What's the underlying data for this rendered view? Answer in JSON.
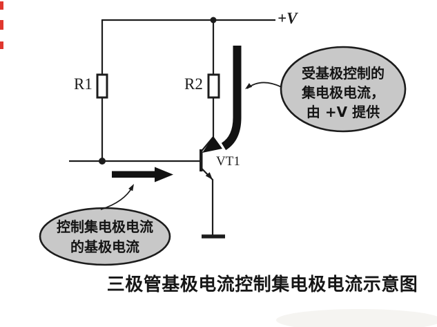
{
  "diagram": {
    "title_caption": "三极管基极电流控制集电极电流示意图",
    "power_label": "+V",
    "resistors": {
      "r1": "R1",
      "r2": "R2"
    },
    "transistor_label": "VT1",
    "callouts": {
      "collector_current": {
        "lines": [
          "受基极控制的",
          "集电极电流，",
          "由 +V 提供"
        ]
      },
      "base_current": {
        "lines": [
          "控制集电极电流",
          "的基极电流"
        ]
      }
    },
    "icons": {
      "collector_current_arrow": "thick bent arrow into collector",
      "base_current_arrow": "thick right arrow into base",
      "ground_symbol": "ground bar"
    },
    "colors": {
      "ink": "#1c1c1c",
      "callout_fill": "#c8c8c8",
      "background": "#ffffff",
      "edge_mark_red": "#e0372e",
      "scan_smudge": "#f5f4f1"
    }
  }
}
